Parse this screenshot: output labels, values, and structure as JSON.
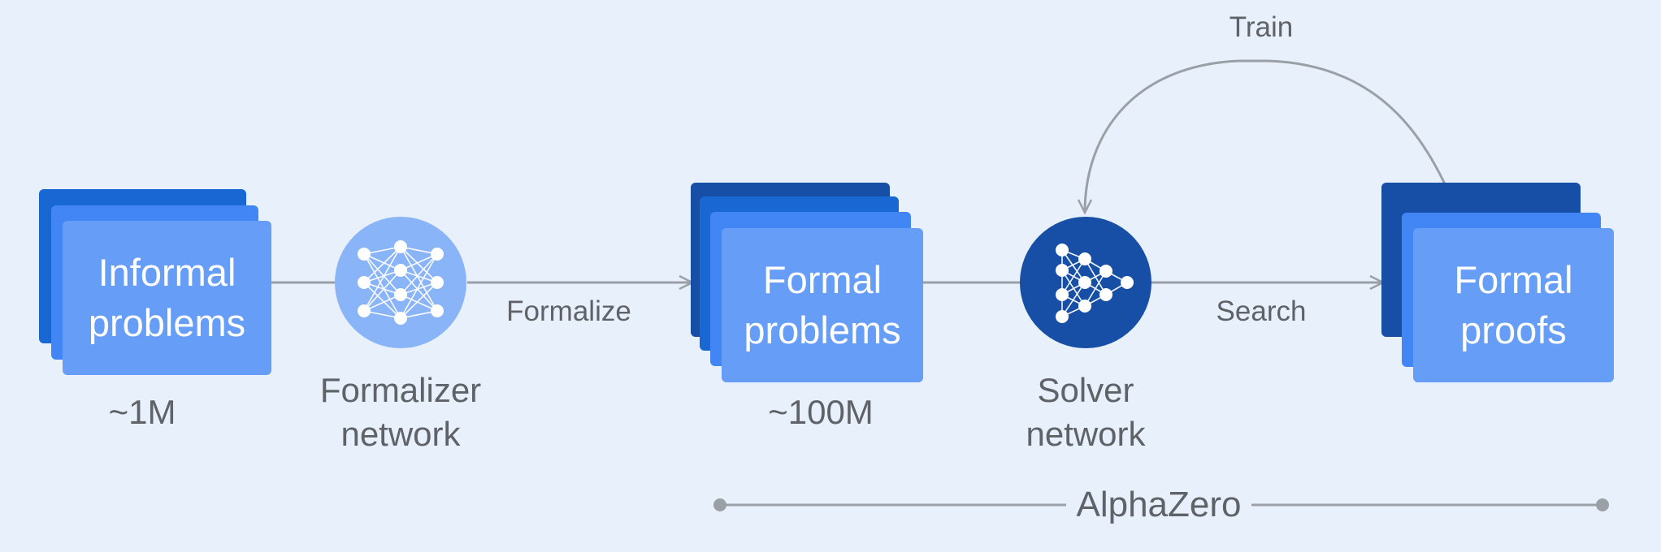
{
  "stages": {
    "informal": {
      "title": "Informal\nproblems",
      "count": "~1M"
    },
    "formal": {
      "title": "Formal\nproblems",
      "count": "~100M"
    },
    "proofs": {
      "title": "Formal\nproofs"
    }
  },
  "networks": {
    "formalizer": {
      "label": "Formalizer\nnetwork",
      "icon": "neural-network-icon"
    },
    "solver": {
      "label": "Solver\nnetwork",
      "icon": "neural-network-icon"
    }
  },
  "edges": {
    "formalize": "Formalize",
    "search": "Search",
    "train": "Train"
  },
  "span": {
    "label": "AlphaZero"
  },
  "colors": {
    "background": "#e8f0fc",
    "card_back": "#1967d2",
    "card_mid": "#4285f4",
    "card_front": "#669df6",
    "proofs_back": "#174ea6",
    "solver_circle": "#174ea6",
    "formalizer_circle": "#8ab4f8",
    "line": "#9aa0a6",
    "text": "#5f6368"
  }
}
